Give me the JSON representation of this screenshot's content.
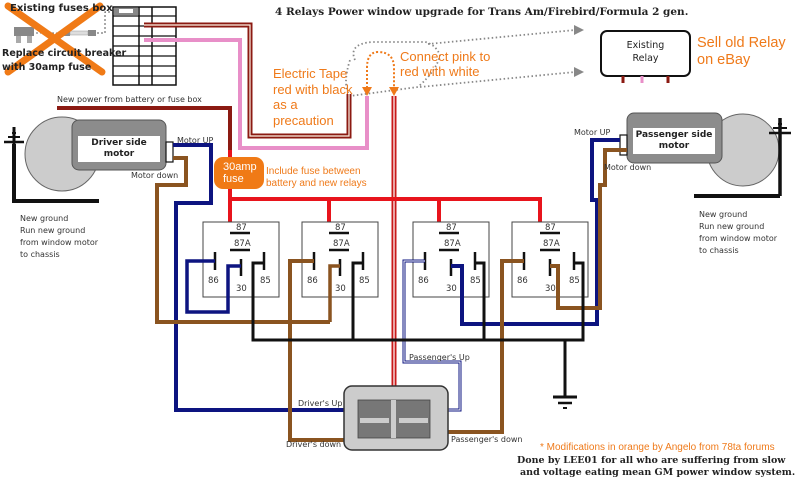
{
  "title": "4 Relays Power window upgrade for Trans Am/Firebird/Formula 2 gen.",
  "fuse_box": {
    "label_existing": "Existing fuses box",
    "label_replace_1": "Replace circuit breaker",
    "label_replace_2": "with 30amp fuse",
    "crossed_out": true
  },
  "new_power_label": "New power from battery or fuse box",
  "existing_relay": {
    "line1": "Existing",
    "line2": "Relay"
  },
  "annotations": {
    "sell_relay_1": "Sell old Relay",
    "sell_relay_2": "on eBay",
    "connect_pink_1": "Connect pink to",
    "connect_pink_2": "red with white",
    "tape_1": "Electric Tape",
    "tape_2": "red with black",
    "tape_3": "as a",
    "tape_4": "precaution",
    "fuse_badge_1": "30amp",
    "fuse_badge_2": "fuse",
    "fuse_note_1": "Include fuse between",
    "fuse_note_2": "battery and new relays",
    "modifications": "* Modifications in orange by Angelo from 78ta forums"
  },
  "driver_motor": {
    "label": "Driver side motor",
    "up": "Motor UP",
    "down": "Motor down",
    "ground": [
      "New ground",
      "Run new ground",
      "from window motor",
      "to chassis"
    ]
  },
  "passenger_motor": {
    "label_1": "Passenger side",
    "label_2": "motor",
    "up": "Motor UP",
    "down": "Motor down",
    "ground": [
      "New ground",
      "Run new ground",
      "from window motor",
      "to chassis"
    ]
  },
  "relays": [
    {
      "pins": {
        "p87": "87",
        "p87a": "87A",
        "p86": "86",
        "p30": "30",
        "p85": "85"
      }
    },
    {
      "pins": {
        "p87": "87",
        "p87a": "87A",
        "p86": "86",
        "p30": "30",
        "p85": "85"
      }
    },
    {
      "pins": {
        "p87": "87",
        "p87a": "87A",
        "p86": "86",
        "p30": "30",
        "p85": "85"
      }
    },
    {
      "pins": {
        "p87": "87",
        "p87a": "87A",
        "p86": "86",
        "p30": "30",
        "p85": "85"
      }
    }
  ],
  "switch_labels": {
    "drivers_up": "Driver's Up",
    "drivers_down": "Driver's down",
    "passengers_up": "Passenger's Up",
    "passengers_down": "Passenger's down"
  },
  "credit": {
    "line1": "Done by LEE01 for all who are suffering from slow",
    "line2": "and voltage eating mean GM power window system."
  },
  "colors": {
    "accent_orange": "#ef7a1a",
    "power_red": "#e8141c",
    "dark_red": "#8b1a12",
    "pink": "#e88fc8",
    "up_blue": "#0d1480",
    "down_brown": "#8a5420",
    "ground_black": "#111111"
  }
}
